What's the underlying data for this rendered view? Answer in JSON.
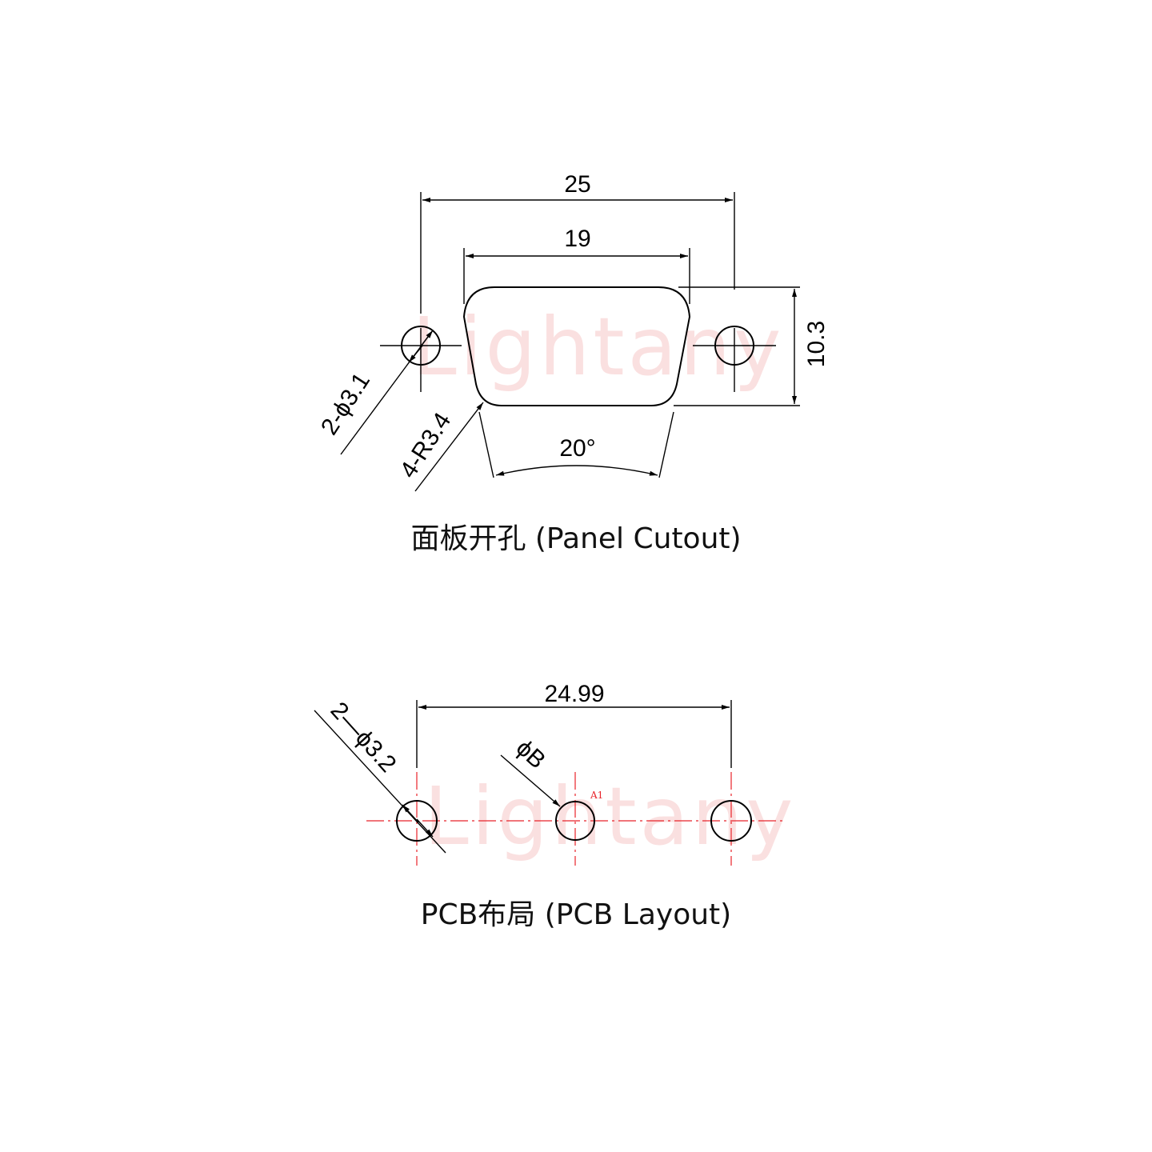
{
  "watermark": "Lightany",
  "panel": {
    "dim_overall": "25",
    "dim_shell": "19",
    "dim_height": "10.3",
    "dim_angle": "20°",
    "dim_holes": "2-ϕ3.1",
    "dim_radius": "4-R3.4",
    "caption": "面板开孔 (Panel Cutout)"
  },
  "pcb": {
    "dim_span": "24.99",
    "dim_holes": "2—ϕ3.2",
    "dim_pin": "ϕB",
    "pin_label": "A1",
    "caption": "PCB布局 (PCB Layout)"
  },
  "colors": {
    "line": "#000000",
    "centerline": "#e8232a",
    "watermark": "#f7c8c8"
  }
}
